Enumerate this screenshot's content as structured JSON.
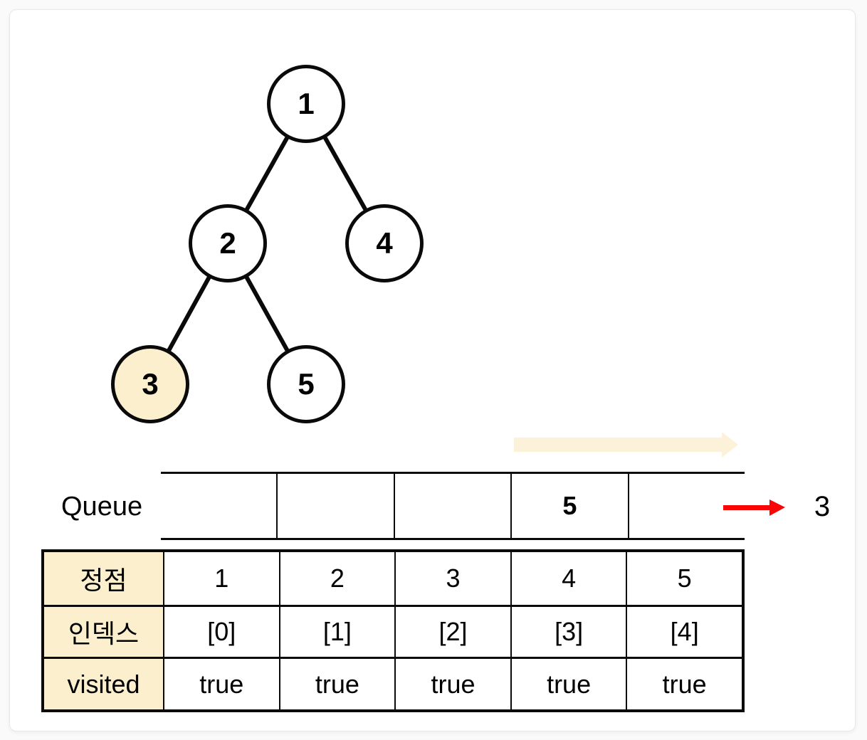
{
  "tree": {
    "nodes": [
      {
        "label": "1",
        "highlighted": false
      },
      {
        "label": "2",
        "highlighted": false
      },
      {
        "label": "4",
        "highlighted": false
      },
      {
        "label": "3",
        "highlighted": true
      },
      {
        "label": "5",
        "highlighted": false
      }
    ],
    "edges": [
      "1-2",
      "1-4",
      "2-3",
      "2-5"
    ]
  },
  "queue": {
    "label": "Queue",
    "cells": [
      "",
      "",
      "",
      "5",
      ""
    ],
    "dequeued_value": "3"
  },
  "visited_table": {
    "rows": [
      {
        "header": "정점",
        "cells": [
          "1",
          "2",
          "3",
          "4",
          "5"
        ]
      },
      {
        "header": "인덱스",
        "cells": [
          "[0]",
          "[1]",
          "[2]",
          "[3]",
          "[4]"
        ]
      },
      {
        "header": "visited",
        "cells": [
          "true",
          "true",
          "true",
          "true",
          "true"
        ]
      }
    ]
  },
  "colors": {
    "highlight": "#FBEFCE",
    "table_header_bg": "#FBEFCE",
    "flow_arrow": "#FCF2D9",
    "dequeue_arrow": "#FB0404",
    "line": "#0a0a0a"
  }
}
